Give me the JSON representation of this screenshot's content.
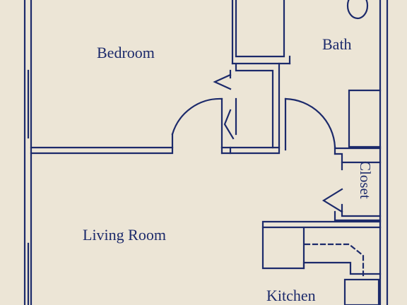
{
  "colors": {
    "background": "#ece5d6",
    "line": "#1c2a6b"
  },
  "rooms": {
    "bedroom": "Bedroom",
    "bath": "Bath",
    "closet": "Closet",
    "living_room": "Living Room",
    "kitchen": "Kitchen"
  }
}
